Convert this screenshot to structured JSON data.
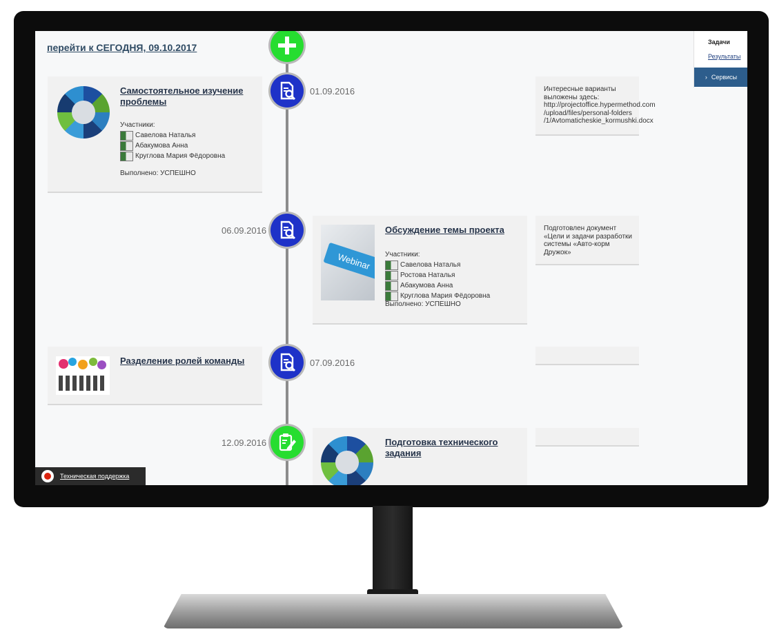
{
  "header": {
    "today_link": "перейти к СЕГОДНЯ, 09.10.2017"
  },
  "side_menu": {
    "tasks": "Задачи",
    "results": "Результаты",
    "services": "Сервисы",
    "services_arrow": "›"
  },
  "support": {
    "label": "Техническая поддержка"
  },
  "events": [
    {
      "date": "01.09.2016",
      "title": "Самостоятельное изучение проблемы",
      "participants_label": "Участники:",
      "participants": [
        "Савелова Наталья",
        "Абакумова Анна",
        "Круглова Мария Фёдоровна"
      ],
      "status": "Выполнено: УСПЕШНО",
      "note": "Интересные варианты выложены здесь: http://projectoffice.hypermethod.com /upload/files/personal-folders /1/Avtomaticheskie_kormushki.docx"
    },
    {
      "date": "06.09.2016",
      "title": "Обсуждение темы проекта",
      "image_text": "Webinar",
      "participants_label": "Участники:",
      "participants": [
        "Савелова Наталья",
        "Ростова Наталья",
        "Абакумова Анна",
        "Круглова Мария Фёдоровна"
      ],
      "status": "Выполнено: УСПЕШНО",
      "note": "Подготовлен документ «Цели и задачи разработки системы «Авто-корм Дружок»"
    },
    {
      "date": "07.09.2016",
      "title": "Разделение ролей команды"
    },
    {
      "date": "12.09.2016",
      "title": "Подготовка технического задания"
    }
  ],
  "colors": {
    "node_blue": "#1e32c8",
    "node_green": "#26dd30",
    "menu_active": "#2d5d8c",
    "title": "#26344a"
  },
  "icons": {
    "add": "plus-icon",
    "doc": "document-search-icon",
    "edit": "clipboard-edit-icon",
    "support": "support-logo-icon"
  }
}
